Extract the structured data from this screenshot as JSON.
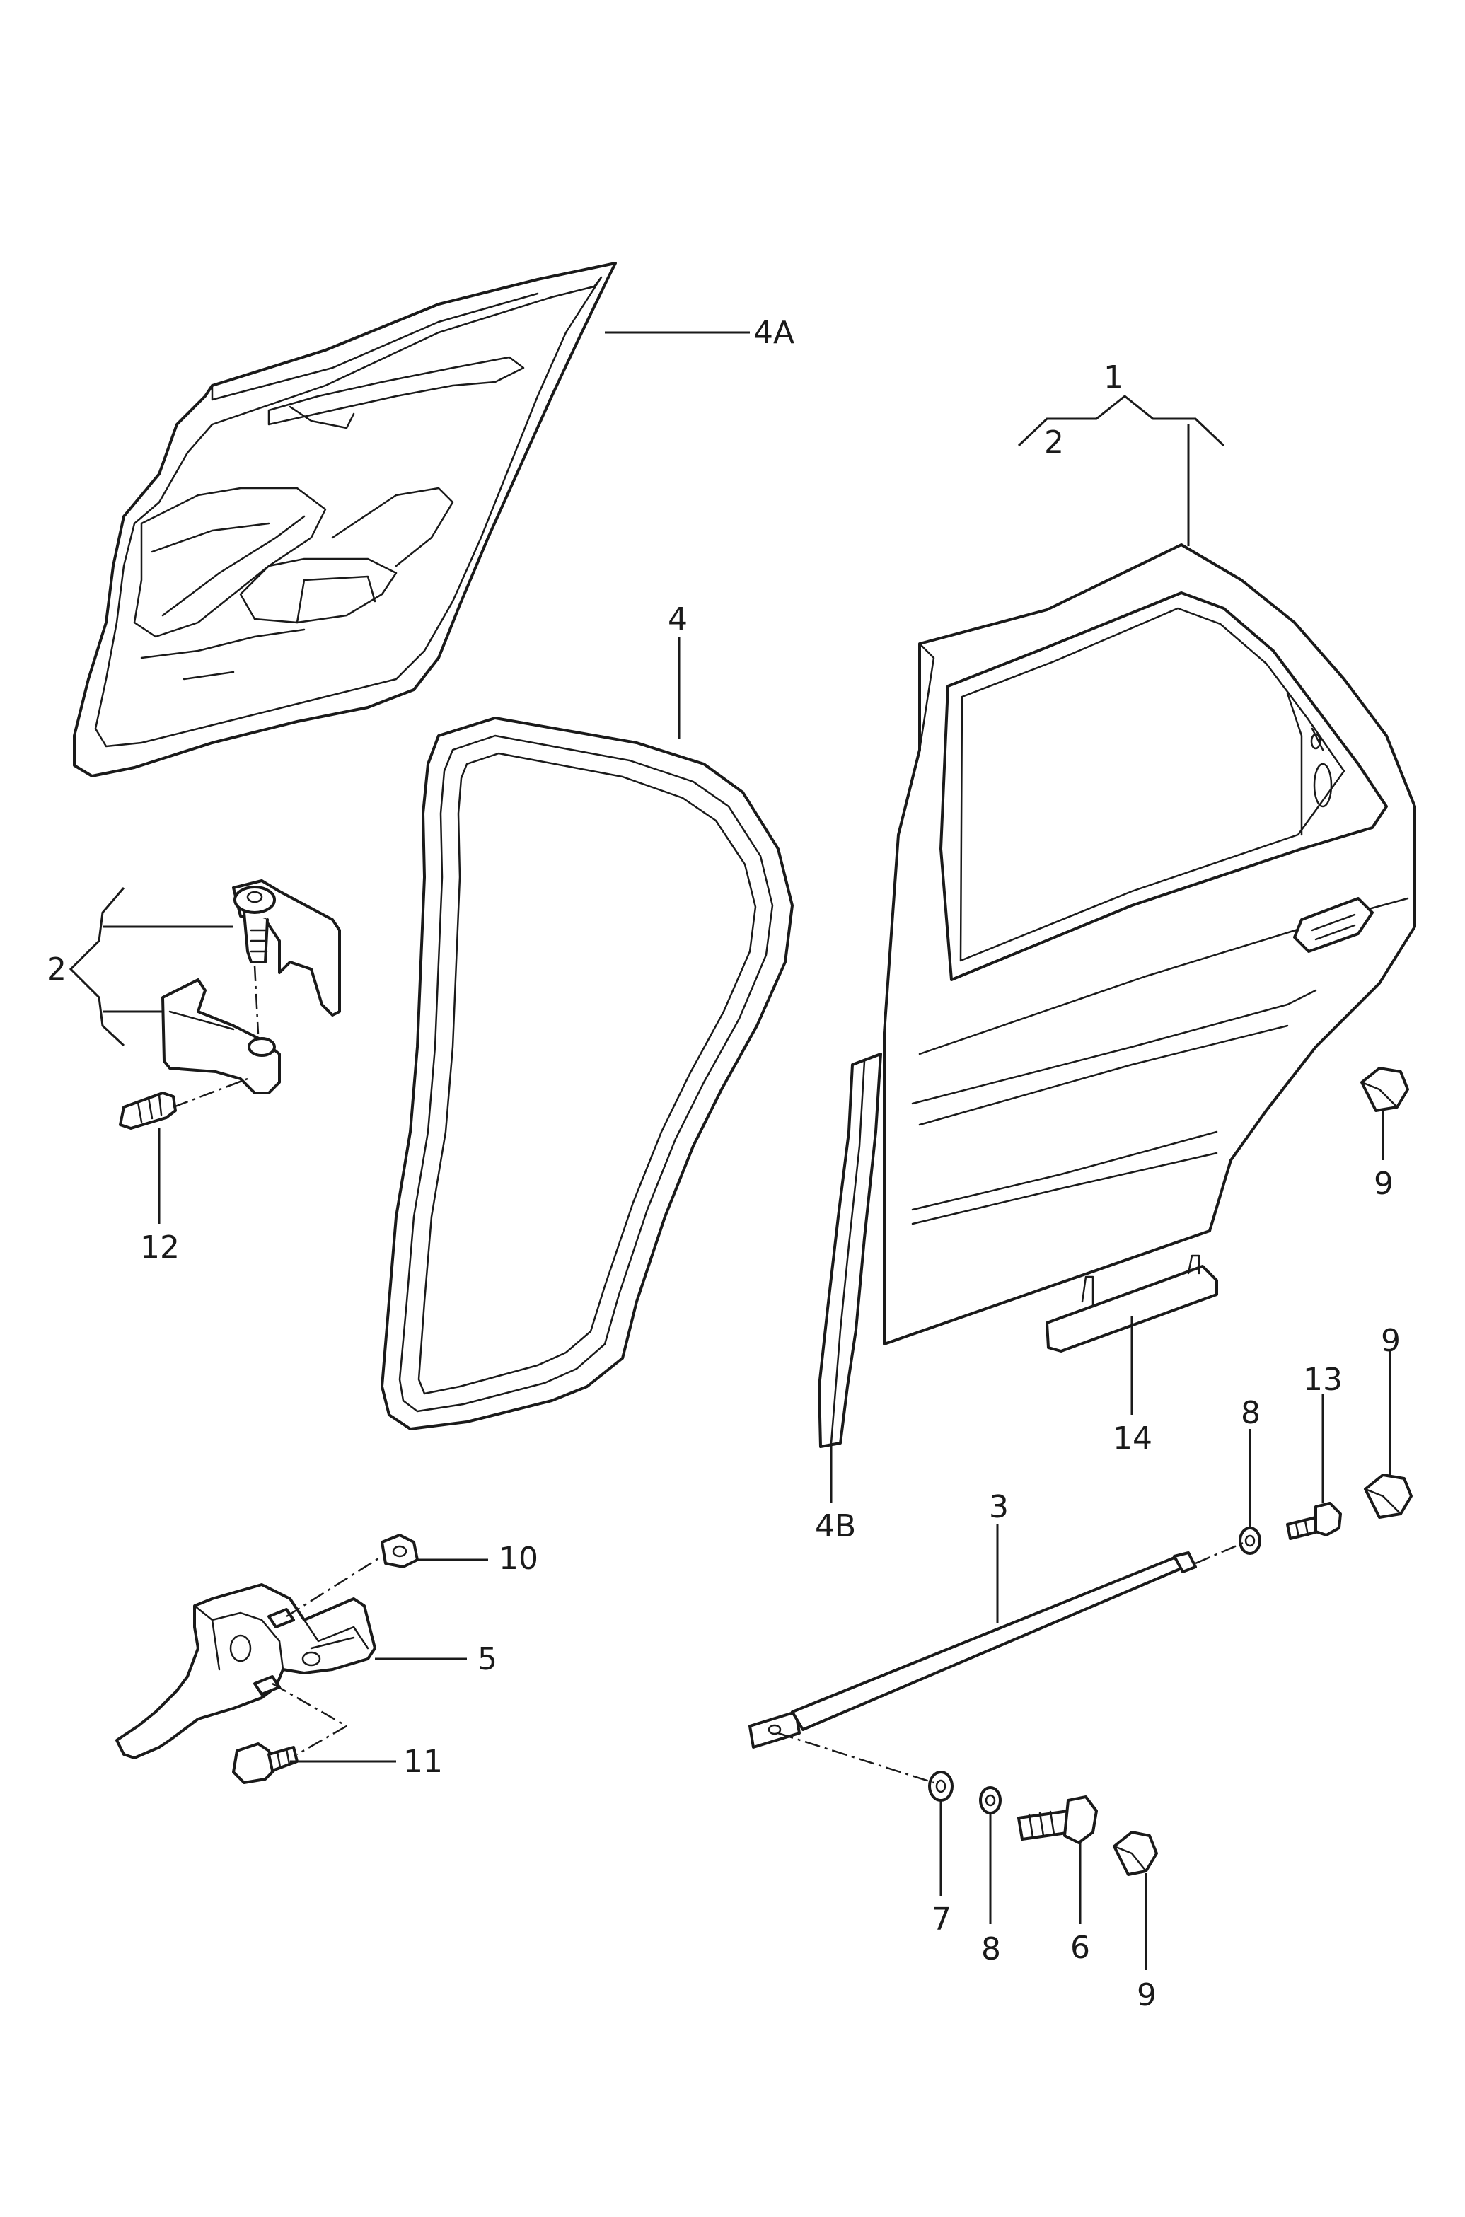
{
  "callouts": {
    "c4A": "4A",
    "c1": "1",
    "c2top": "2",
    "c4": "4",
    "c2": "2",
    "c12": "12",
    "c9a": "9",
    "c9b": "9",
    "c13": "13",
    "c8a": "8",
    "c14": "14",
    "c4B": "4B",
    "c3": "3",
    "c10": "10",
    "c5": "5",
    "c11": "11",
    "c7": "7",
    "c8b": "8",
    "c6": "6",
    "c9c": "9"
  },
  "colors": {
    "line": "#1a1a1a",
    "background": "#ffffff"
  }
}
